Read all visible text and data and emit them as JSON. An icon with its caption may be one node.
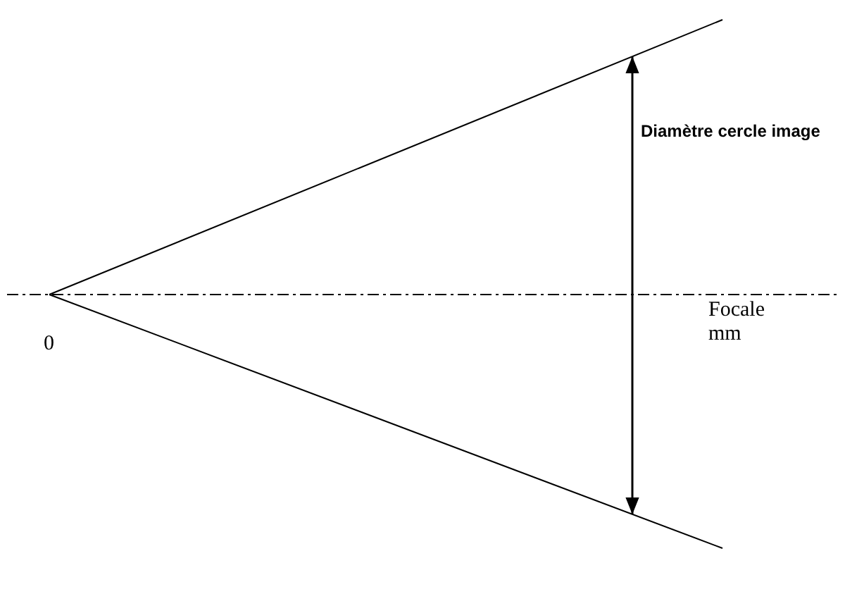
{
  "diagram": {
    "labels": [
      "Diamètre cercle image",
      "0",
      "Focale mm"
    ]
  }
}
